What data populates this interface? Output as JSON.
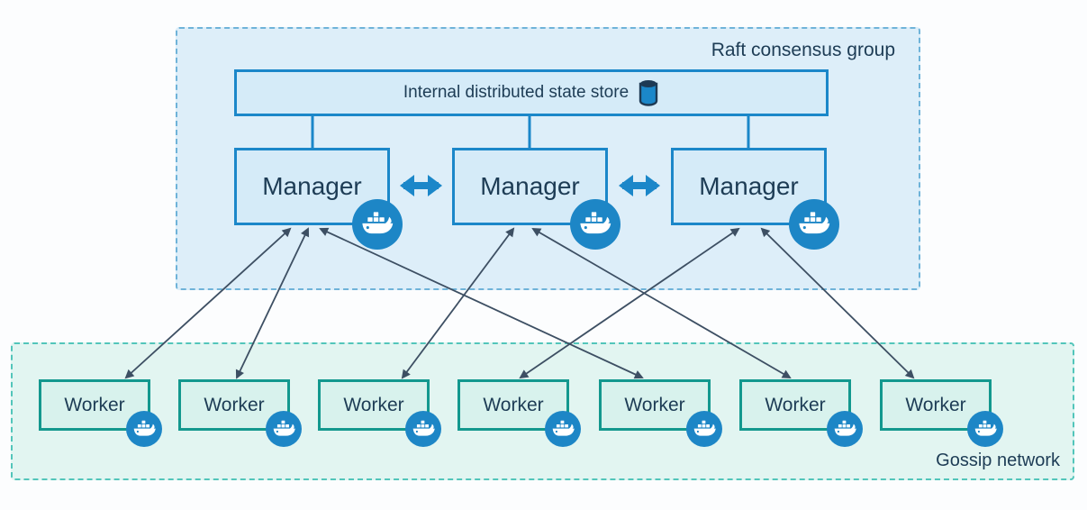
{
  "diagram": {
    "raft_group": {
      "label": "Raft consensus group"
    },
    "state_store": {
      "label": "Internal distributed state store",
      "icon": "database-icon"
    },
    "managers": [
      {
        "id": "manager-1",
        "label": "Manager",
        "badge_icon": "docker-icon"
      },
      {
        "id": "manager-2",
        "label": "Manager",
        "badge_icon": "docker-icon"
      },
      {
        "id": "manager-3",
        "label": "Manager",
        "badge_icon": "docker-icon"
      }
    ],
    "workers": [
      {
        "id": "worker-1",
        "label": "Worker",
        "badge_icon": "docker-icon"
      },
      {
        "id": "worker-2",
        "label": "Worker",
        "badge_icon": "docker-icon"
      },
      {
        "id": "worker-3",
        "label": "Worker",
        "badge_icon": "docker-icon"
      },
      {
        "id": "worker-4",
        "label": "Worker",
        "badge_icon": "docker-icon"
      },
      {
        "id": "worker-5",
        "label": "Worker",
        "badge_icon": "docker-icon"
      },
      {
        "id": "worker-6",
        "label": "Worker",
        "badge_icon": "docker-icon"
      },
      {
        "id": "worker-7",
        "label": "Worker",
        "badge_icon": "docker-icon"
      }
    ],
    "gossip_network": {
      "label": "Gossip network"
    },
    "edges": {
      "store_links": [
        "manager-1",
        "manager-2",
        "manager-3"
      ],
      "manager_peer": [
        {
          "from": "manager-1",
          "to": "manager-2",
          "style": "thick-double-arrow"
        },
        {
          "from": "manager-2",
          "to": "manager-3",
          "style": "thick-double-arrow"
        }
      ],
      "manager_worker": [
        {
          "from": "manager-1",
          "to": "worker-1",
          "style": "double-arrow"
        },
        {
          "from": "manager-1",
          "to": "worker-2",
          "style": "double-arrow"
        },
        {
          "from": "manager-1",
          "to": "worker-5",
          "style": "double-arrow"
        },
        {
          "from": "manager-2",
          "to": "worker-3",
          "style": "double-arrow"
        },
        {
          "from": "manager-2",
          "to": "worker-6",
          "style": "double-arrow"
        },
        {
          "from": "manager-3",
          "to": "worker-4",
          "style": "double-arrow"
        },
        {
          "from": "manager-3",
          "to": "worker-7",
          "style": "double-arrow"
        }
      ]
    },
    "colors": {
      "raft_fill": "#ddeef9",
      "raft_border": "#6fb3d9",
      "blue_box_fill": "#d5ebf8",
      "blue_box_border": "#1b87c9",
      "gossip_fill": "#e2f5f1",
      "gossip_border": "#52c5ba",
      "worker_fill": "#d8f2ed",
      "worker_border": "#13988e",
      "arrow": "#3d4f63",
      "docker_badge": "#1d86c6",
      "text": "#1d3c55"
    }
  }
}
